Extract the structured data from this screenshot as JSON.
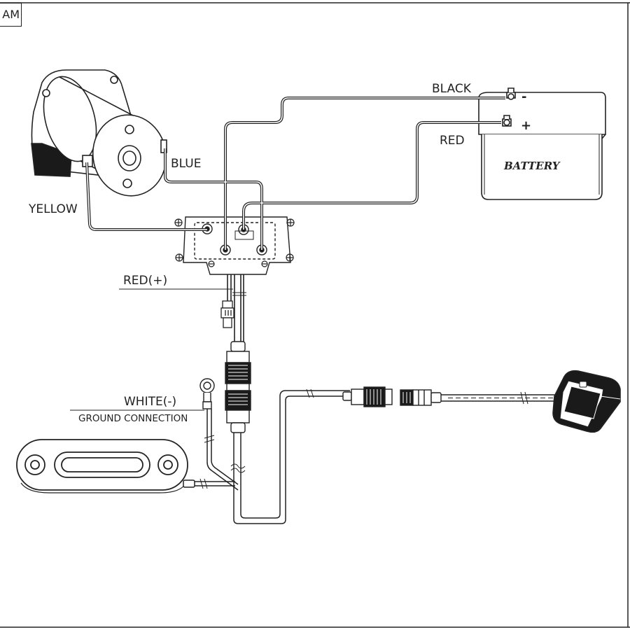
{
  "frame": {
    "title_fragment": "AM"
  },
  "labels": {
    "black": "BLACK",
    "red": "RED",
    "blue": "BLUE",
    "yellow": "YELLOW",
    "red_plus": "RED(+)",
    "white_minus": "WHITE(-)",
    "ground_connection": "GROUND CONNECTION"
  },
  "battery": {
    "label": "BATTERY",
    "negative": "-",
    "positive": "+"
  },
  "colors": {
    "line": "#222222",
    "background": "#ffffff",
    "fill_dark": "#1a1a1a",
    "fill_light": "#f2f2f2"
  }
}
